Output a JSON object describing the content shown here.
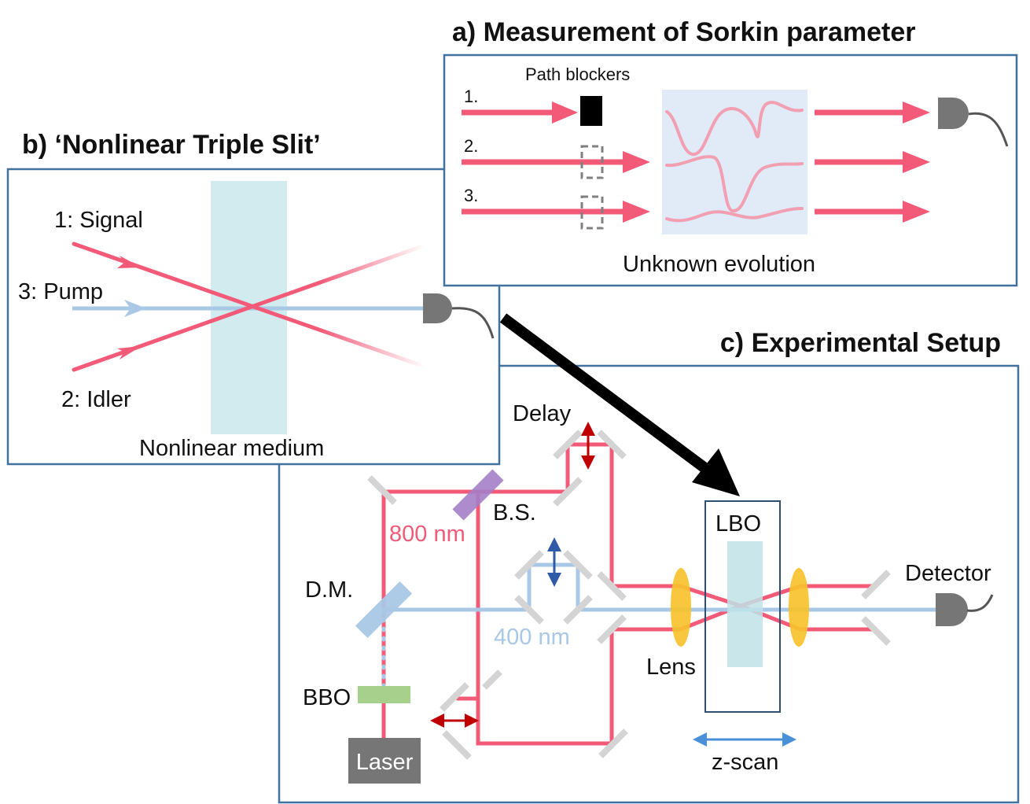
{
  "panel_a": {
    "title": "a) Measurement of Sorkin parameter",
    "path_blockers": "Path blockers",
    "path1": "1.",
    "path2": "2.",
    "path3": "3.",
    "evolution": "Unknown evolution"
  },
  "panel_b": {
    "title": "b) ‘Nonlinear Triple Slit’",
    "signal": "1: Signal",
    "pump": "3: Pump",
    "idler": "2: Idler",
    "medium": "Nonlinear medium"
  },
  "panel_c": {
    "title": "c) Experimental Setup",
    "delay": "Delay",
    "bs": "B.S.",
    "nm800": "800 nm",
    "dm": "D.M.",
    "nm400": "400 nm",
    "bbo": "BBO",
    "laser": "Laser",
    "lbo": "LBO",
    "lens": "Lens",
    "zscan": "z-scan",
    "detector": "Detector"
  },
  "colors": {
    "beam_800": "#f25a78",
    "beam_400": "#a9c8e6",
    "panel_border": "#41719c",
    "crystal": "#bfe3e8",
    "lens": "#f7c22d",
    "arrow_red": "#c00000",
    "arrow_blue": "#2e5aa8"
  }
}
